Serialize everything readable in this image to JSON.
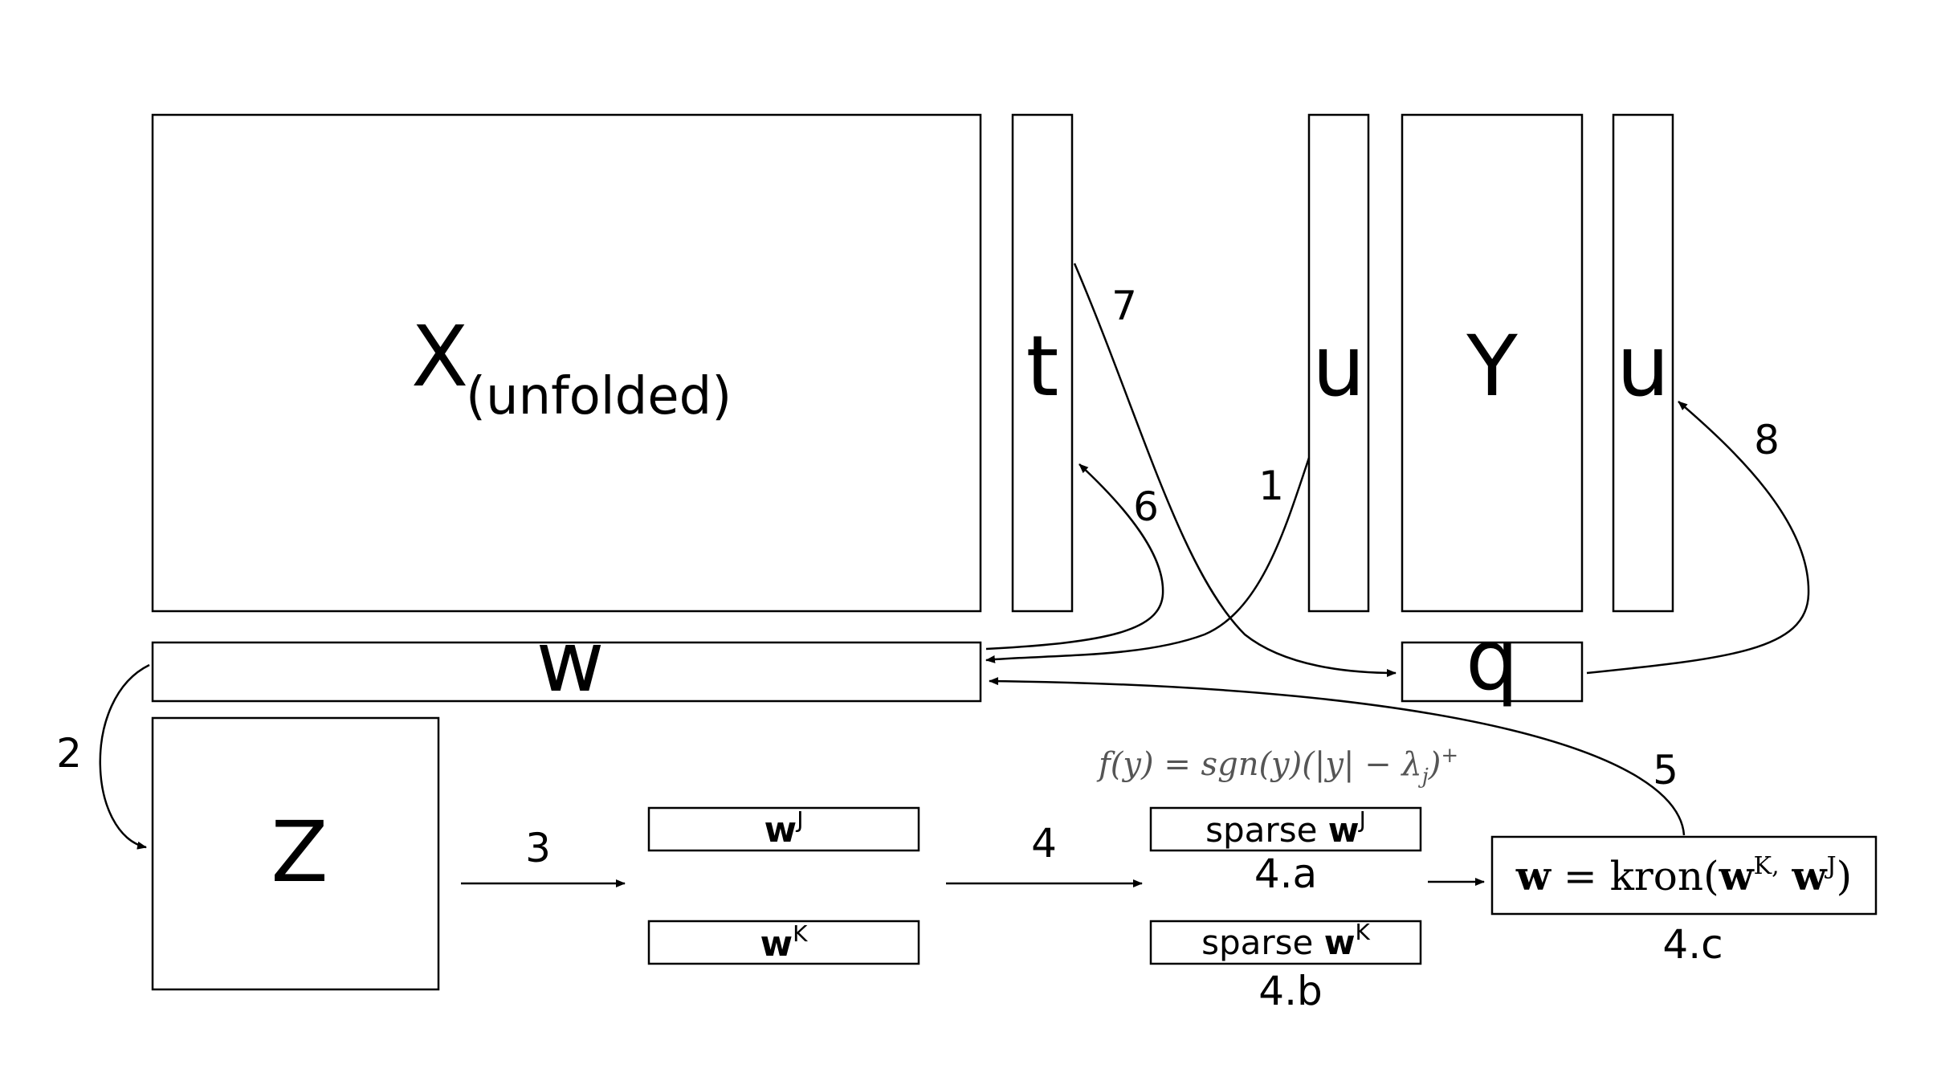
{
  "matrices": {
    "x_main": "X",
    "x_sub": "(unfolded)",
    "t": "t",
    "u_left": "u",
    "y": "Y",
    "u_right": "u",
    "w": "w",
    "q": "q",
    "z": "Z"
  },
  "vectors": {
    "wj_base": "w",
    "wj_sup": "J",
    "wk_base": "w",
    "wk_sup": "K",
    "sparse_wj_text": "sparse ",
    "sparse_wj_base": "w",
    "sparse_wj_sup": "J",
    "sparse_wk_text": "sparse ",
    "sparse_wk_base": "w",
    "sparse_wk_sup": "K",
    "kron_w": "w",
    "kron_eq": " = kron(",
    "kron_wk": "w",
    "kron_k_sup": "K,",
    "kron_wj": "w",
    "kron_j_sup": "J",
    "kron_close": ")"
  },
  "formula": "f(y) = sgn(y)(|y| − λ",
  "formula_sub": "j",
  "formula_close": ")",
  "formula_sup": "+",
  "steps": {
    "s1": "1",
    "s2": "2",
    "s3": "3",
    "s4": "4",
    "s5": "5",
    "s6": "6",
    "s7": "7",
    "s8": "8",
    "s4a": "4.a",
    "s4b": "4.b",
    "s4c": "4.c"
  }
}
